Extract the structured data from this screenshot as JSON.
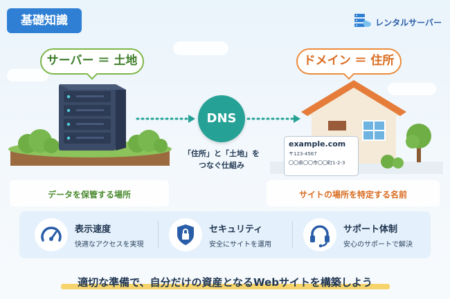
{
  "tag": "基礎知識",
  "brand": {
    "name": "レンタルサーバー",
    "icon": "server-cloud-icon"
  },
  "server": {
    "bubble": "サーバー ＝ 土地",
    "caption": "データを保管する場所",
    "color": "#7db648"
  },
  "dns": {
    "label": "DNS",
    "caption_line1": "「住所」と「土地」を",
    "caption_line2": "つなぐ仕組み",
    "color": "#25a196"
  },
  "domain": {
    "bubble": "ドメイン ＝ 住所",
    "caption": "サイトの場所を特定する名前",
    "color": "#ec8b3c",
    "card": {
      "domain": "example.com",
      "postal": "〒123-4567",
      "address": "〇〇県〇〇市〇〇町1-2-3"
    }
  },
  "features": [
    {
      "title": "表示速度",
      "desc": "快適なアクセスを実現",
      "icon": "speedometer-icon"
    },
    {
      "title": "セキュリティ",
      "desc": "安全にサイトを運用",
      "icon": "shield-lock-icon"
    },
    {
      "title": "サポート体制",
      "desc": "安心のサポートで解決",
      "icon": "headset-icon"
    }
  ],
  "tagline": "適切な準備で、自分だけの資産となるWebサイトを構築しよう"
}
